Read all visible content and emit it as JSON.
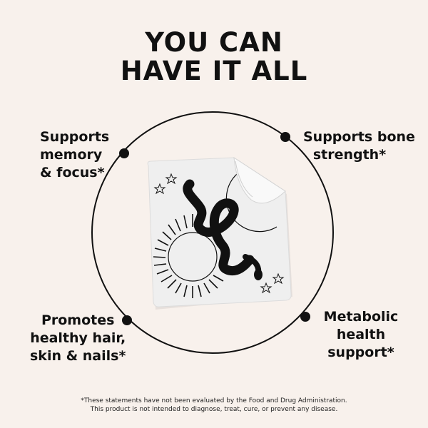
{
  "headline": {
    "line1": "YOU CAN",
    "line2": "HAVE IT ALL"
  },
  "benefits": {
    "top_left": {
      "line1": "Supports",
      "line2": "memory",
      "line3": "& focus*"
    },
    "top_right": {
      "line1": "Supports bone",
      "line2": "strength*"
    },
    "bottom_left": {
      "line1": "Promotes",
      "line2": "healthy hair,",
      "line3": "skin & nails*"
    },
    "bottom_right": {
      "line1": "Metabolic",
      "line2": "health",
      "line3": "support*"
    }
  },
  "disclaimer": {
    "line1": "*These statements have not been evaluated by the Food and Drug Administration.",
    "line2": "This product is not intended to diagnose, treat, cure, or prevent any disease."
  },
  "illustration": {
    "name": "snake-sun-moon-sticker",
    "motifs": [
      "snake",
      "sun",
      "crescent-moon",
      "stars"
    ]
  },
  "colors": {
    "background": "#f8f1ec",
    "ink": "#111111",
    "sticker": "#efefef"
  }
}
